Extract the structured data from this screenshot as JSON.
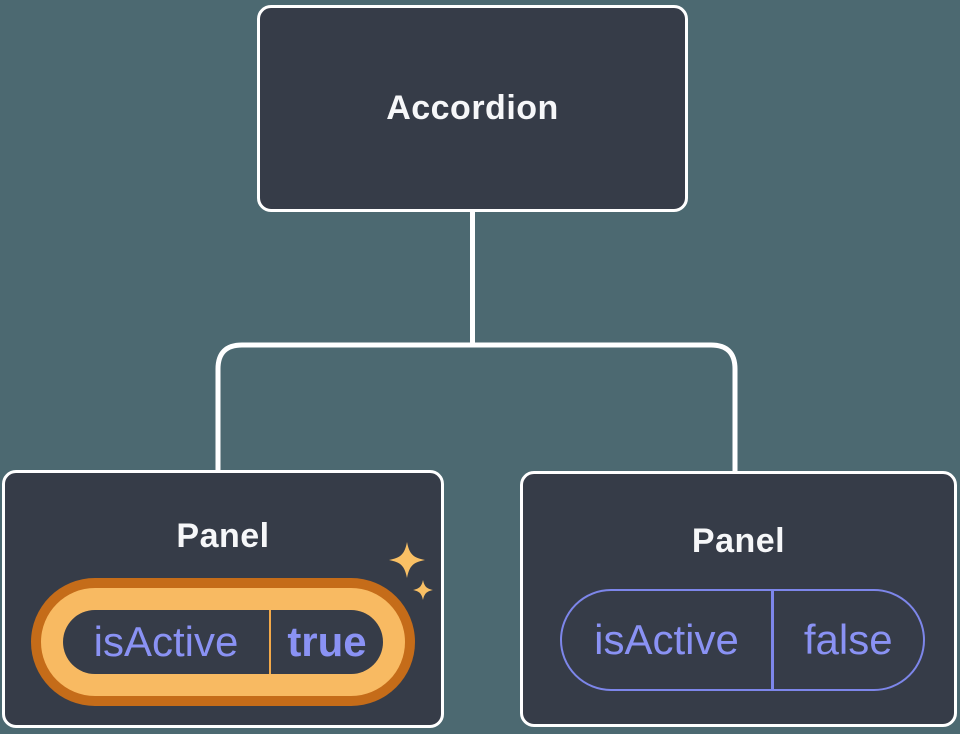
{
  "diagram": {
    "description": "Component tree: Accordion root with two Panel children showing isActive state",
    "colors": {
      "background": "#4c6971",
      "node_fill": "#363c48",
      "node_border": "#ffffff",
      "connector": "#ffffff",
      "node_label_text": "#f6f7f9",
      "state_text": "#8a92f4",
      "highlight_ring_outer": "#c56c19",
      "highlight_ring_inner": "#f8ba62",
      "pill_border_purple": "#7d86ea",
      "sparkle": "#f9c065"
    },
    "tree": {
      "root": {
        "label": "Accordion"
      },
      "children": [
        {
          "label": "Panel",
          "state": {
            "key": "isActive",
            "value": "true"
          },
          "highlighted": true,
          "icon": "sparkles-icon"
        },
        {
          "label": "Panel",
          "state": {
            "key": "isActive",
            "value": "false"
          },
          "highlighted": false
        }
      ]
    }
  }
}
